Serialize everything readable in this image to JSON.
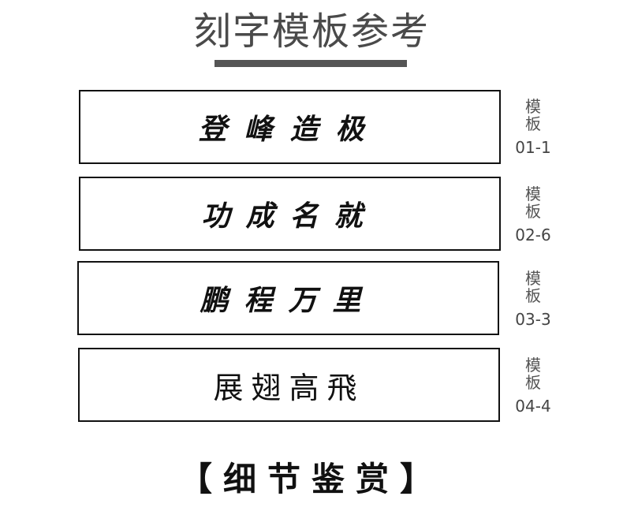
{
  "header": {
    "title": "刻字模板参考"
  },
  "templates": [
    {
      "text": "登峰造极",
      "label_line1": "模",
      "label_line2": "板",
      "code": "01-1"
    },
    {
      "text": "功成名就",
      "label_line1": "模",
      "label_line2": "板",
      "code": "02-6"
    },
    {
      "text": "鹏程万里",
      "label_line1": "模",
      "label_line2": "板",
      "code": "03-3"
    },
    {
      "text": "展翅高飛",
      "label_line1": "模",
      "label_line2": "板",
      "code": "04-4"
    }
  ],
  "footer": {
    "title": "【细节鉴赏】"
  },
  "colors": {
    "title": "#4a4a4a",
    "underline": "#555555",
    "border": "#111111",
    "label": "#555555"
  }
}
